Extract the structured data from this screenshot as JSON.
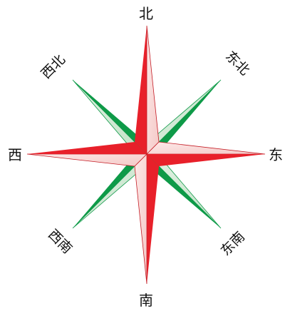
{
  "compass": {
    "north": "北",
    "south": "南",
    "east": "东",
    "west": "西",
    "northeast": "东北",
    "northwest": "西北",
    "southeast": "东南",
    "southwest": "西南"
  },
  "colors": {
    "cardinal_dark": "#e8202a",
    "cardinal_light": "#f9dedd",
    "intercardinal_dark": "#0e9a48",
    "intercardinal_light": "#d5ecd8",
    "outline": "#b01a22"
  }
}
